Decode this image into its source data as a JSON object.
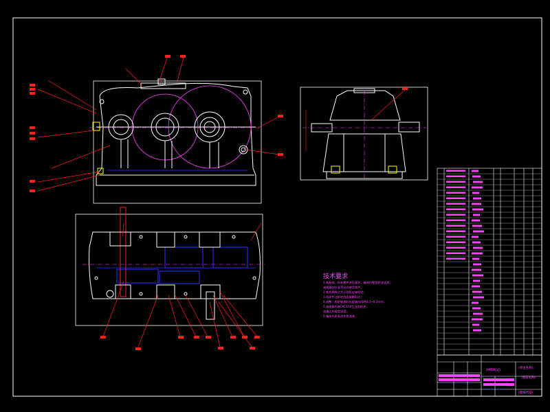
{
  "colors": {
    "background": "#000000",
    "outline": "#ffffff",
    "leader": "#ff2020",
    "magenta": "#ff44ff",
    "blue": "#3030ff",
    "yellow": "#ffff00",
    "cyan": "#00ffff"
  },
  "technical_requirements": {
    "title": "技术要求",
    "lines": [
      "1.装配前，所有零件进行清洗，箱体内壁涂耐油油漆；",
      "  减速器剖分面不允许使用垫片；",
      "2.啮合侧隙之大小用铅丝来检验；",
      "3.用涂色法检验齿面接触斑点；",
      "4.调整、固定轴承时应留轴向间隙0.2~0.3mm；",
      "5.减速器内装CKC150工业齿轮油，",
      "  油量达到规定深度；",
      "6.箱体外表面涂灰色油漆。"
    ]
  },
  "title_block": {
    "material_mark": "(材料标记)",
    "unit_name": "(单位名称)",
    "drawing_name": "(图样名称)",
    "drawing_code": "(图样代号)"
  }
}
